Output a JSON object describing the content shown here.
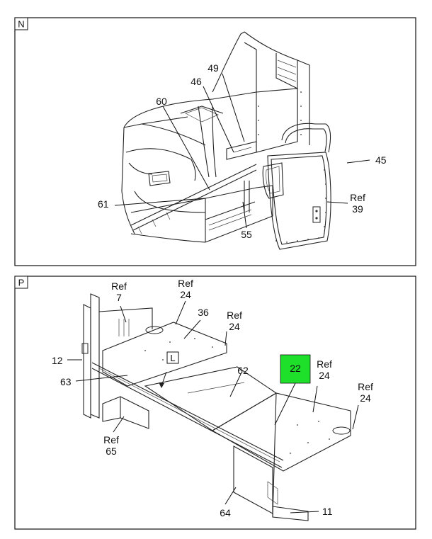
{
  "panel_n": {
    "tag": "N",
    "callouts": {
      "c49": "49",
      "c46": "46",
      "c60": "60",
      "c45": "45",
      "c39_ref": "Ref",
      "c39": "39",
      "c61": "61",
      "c55": "55"
    }
  },
  "panel_p": {
    "tag": "P",
    "view_tag": "L",
    "callouts": {
      "c7_ref": "Ref",
      "c7": "7",
      "c24a_ref": "Ref",
      "c24a": "24",
      "c36": "36",
      "c24b_ref": "Ref",
      "c24b": "24",
      "c12": "12",
      "c63": "63",
      "c62": "62",
      "c22": "22",
      "c24c_ref": "Ref",
      "c24c": "24",
      "c24d_ref": "Ref",
      "c24d": "24",
      "c65_ref": "Ref",
      "c65": "65",
      "c64": "64",
      "c11": "11"
    },
    "highlight_color": "#1ee02b"
  }
}
